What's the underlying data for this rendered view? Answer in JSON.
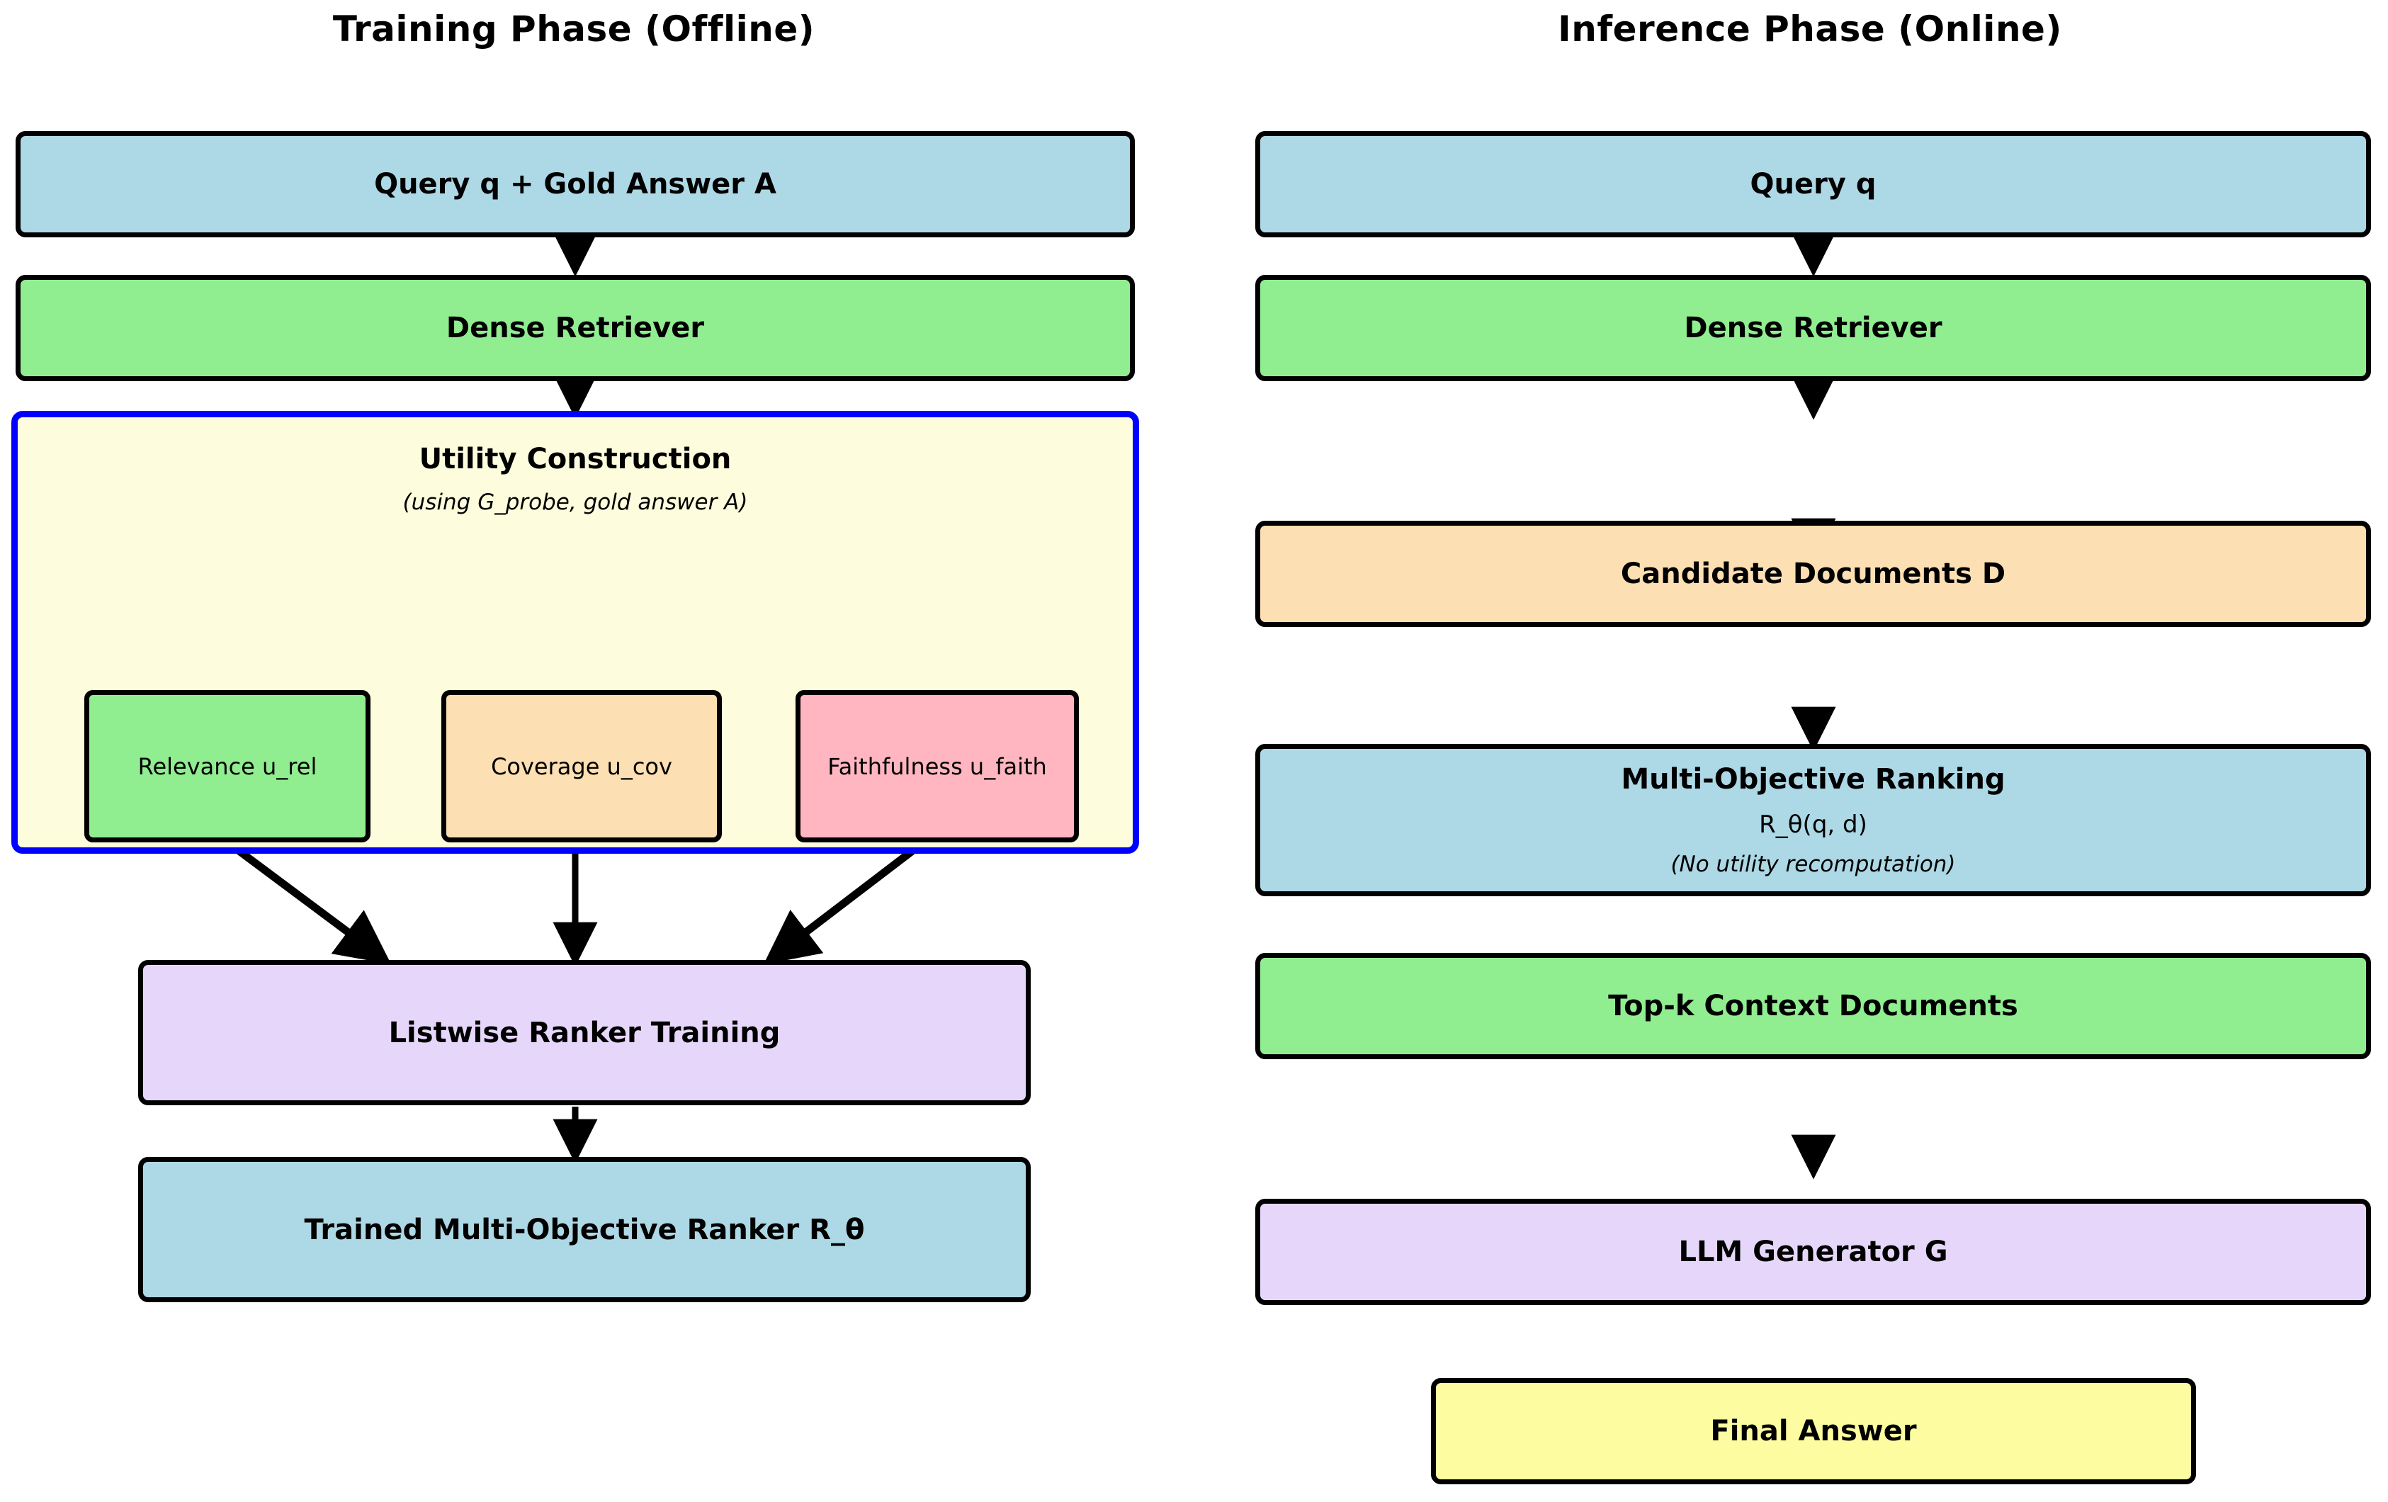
{
  "columns": {
    "left": {
      "title": "Training Phase (Offline)"
    },
    "right": {
      "title": "Inference Phase (Online)"
    }
  },
  "colors": {
    "blue": "#ADD8E6",
    "green": "#90EE90",
    "orange": "#FCDFB2",
    "pink": "#FFB6C1",
    "purple": "#E6D7FA",
    "yellow": "#FDFCA0",
    "cream": "#FDFCDC",
    "group_border": "#0000FF",
    "node_border": "#000000",
    "edge": "#000000"
  },
  "training": {
    "nodes": [
      {
        "id": "query-gold",
        "label": "Query q + Gold Answer A",
        "color": "#ADD8E6"
      },
      {
        "id": "dense-retriever",
        "label": "Dense Retriever",
        "color": "#90EE90"
      },
      {
        "id": "listwise-ranker-training",
        "label": "Listwise Ranker Training",
        "color": "#E6D7FA"
      },
      {
        "id": "trained-ranker",
        "label": "Trained Multi-Objective Ranker R_θ",
        "color": "#ADD8E6"
      }
    ],
    "utility_group": {
      "title": "Utility Construction",
      "subtitle": "(using G_probe, gold answer A)",
      "items": [
        {
          "id": "relevance",
          "label": "Relevance u_rel",
          "color": "#90EE90"
        },
        {
          "id": "coverage",
          "label": "Coverage u_cov",
          "color": "#FCDFB2"
        },
        {
          "id": "faithfulness",
          "label": "Faithfulness u_faith",
          "color": "#FFB6C1"
        }
      ]
    }
  },
  "inference": {
    "nodes": [
      {
        "id": "query",
        "label": "Query q",
        "color": "#ADD8E6"
      },
      {
        "id": "dense-retriever",
        "label": "Dense Retriever",
        "color": "#90EE90"
      },
      {
        "id": "candidate-documents",
        "label": "Candidate Documents D",
        "color": "#FCDFB2"
      },
      {
        "id": "multi-objective-ranking",
        "label": "Multi-Objective Ranking",
        "sub": "R_θ(q, d)",
        "note": "(No utility recomputation)",
        "color": "#ADD8E6"
      },
      {
        "id": "topk-context",
        "label": "Top-k Context Documents",
        "color": "#90EE90"
      },
      {
        "id": "llm-generator",
        "label": "LLM Generator G",
        "color": "#E6D7FA"
      },
      {
        "id": "final-answer",
        "label": "Final Answer",
        "color": "#FDFCA0"
      }
    ]
  }
}
